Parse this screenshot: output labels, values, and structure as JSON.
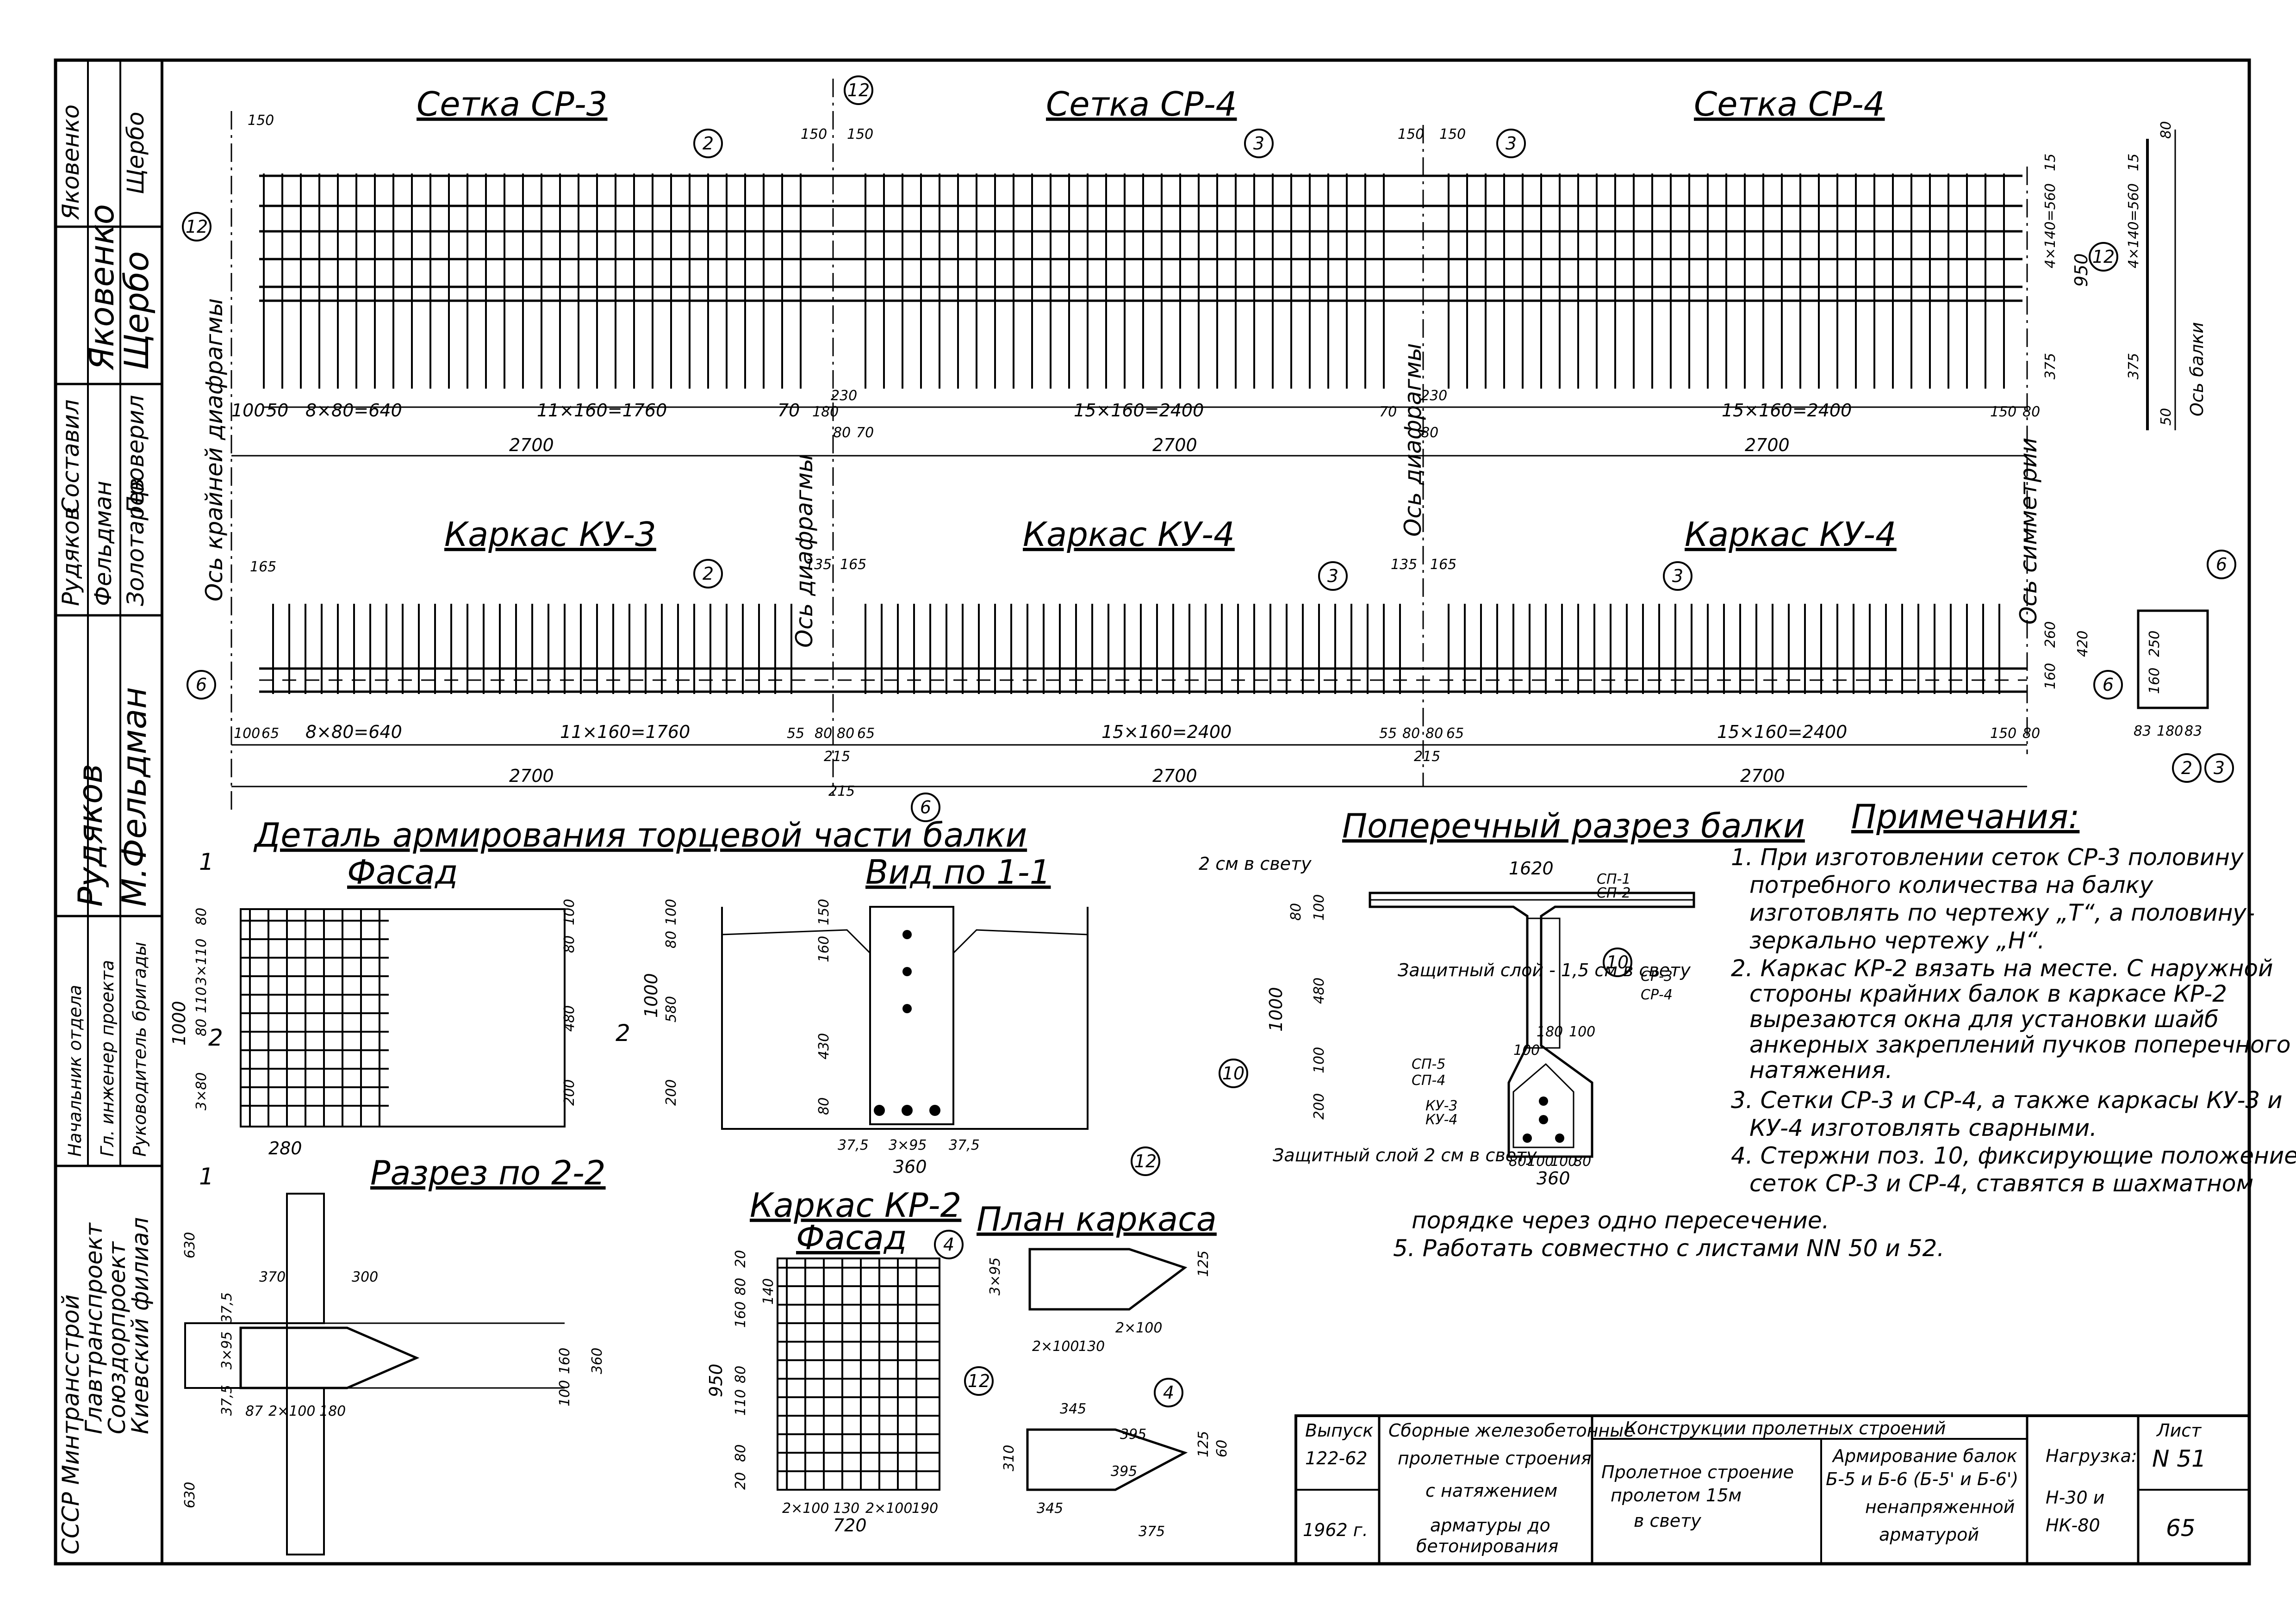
{
  "sidebar": {
    "rows": [
      {
        "role": "Начальник отдела",
        "name": "Рудяков",
        "signature": "Рудяков"
      },
      {
        "role": "Гл. инженер проекта",
        "name": "Фельдман",
        "signature": "М.Фельдман"
      },
      {
        "role": "Руководитель бригады",
        "name": "Золотарев",
        "signature": ""
      },
      {
        "role": "Составил",
        "name": "Яковенко",
        "signature": "Яковенко"
      },
      {
        "role": "Проверил",
        "name": "Щербо",
        "signature": "Щербо"
      }
    ],
    "org": [
      "СССР",
      "Минтрансстрой",
      "Главтранспроект",
      "Союздорпроект",
      "Киевский филиал"
    ]
  },
  "top": {
    "mesh_titles": [
      "Сетка СР-3",
      "Сетка СР-4",
      "Сетка СР-4"
    ],
    "frame_titles": [
      "Каркас КУ-3",
      "Каркас КУ-4",
      "Каркас КУ-4"
    ],
    "mesh_dims": [
      "100",
      "50",
      "8×80=640",
      "11×160=1760",
      "70",
      "180",
      "230",
      "80",
      "70",
      "15×160=2400",
      "70",
      "230",
      "80",
      "15×160=2400",
      "150",
      "80"
    ],
    "mesh_overall": [
      "2700",
      "2700",
      "2700"
    ],
    "mesh_top_dims": [
      "150",
      "150",
      "150",
      "150",
      "150"
    ],
    "mesh_right_dims": [
      "15",
      "4×140=560",
      "950",
      "375"
    ],
    "frame_dims": [
      "100",
      "65",
      "8×80=640",
      "11×160=1760",
      "55",
      "80",
      "80",
      "65",
      "15×160=2400",
      "55",
      "80",
      "80",
      "65",
      "15×160=2400",
      "150",
      "80"
    ],
    "frame_sub": [
      "215",
      "215",
      "215"
    ],
    "frame_overall": [
      "2700",
      "2700",
      "2700"
    ],
    "frame_top_dims": [
      "165",
      "135",
      "165",
      "135",
      "165"
    ],
    "frame_right_dims": [
      "260",
      "420",
      "160"
    ],
    "axis_labels": [
      "Ось крайней диафрагмы",
      "Ось диафрагмы",
      "Ось диафрагмы",
      "Ось симметрии",
      "Ось балки"
    ],
    "markers": [
      "12",
      "2",
      "3",
      "3",
      "12",
      "12",
      "6",
      "2",
      "3",
      "3",
      "6",
      "6",
      "6",
      "2",
      "3"
    ],
    "side_detail_dims": [
      "80",
      "15",
      "4×140=560",
      "375",
      "50",
      "250",
      "160",
      "83",
      "180",
      "83"
    ]
  },
  "detail": {
    "title": "Деталь армирования торцевой части балки",
    "facade": "Фасад",
    "view": "Вид по 1-1",
    "section22": "Разрез по 2-2",
    "kr2": "Каркас КР-2",
    "kr2_facade": "Фасад",
    "plan": "План каркаса",
    "facade_dims": [
      "80",
      "3×110",
      "110",
      "80",
      "3×80",
      "1000",
      "100",
      "80",
      "480",
      "200",
      "280"
    ],
    "view_dims": [
      "100",
      "80",
      "580",
      "200",
      "150",
      "160",
      "430",
      "80",
      "37,5",
      "3×95",
      "37,5",
      "360",
      "1000"
    ],
    "section_dims": [
      "630",
      "370",
      "300",
      "37,5",
      "3×95",
      "37,5",
      "87",
      "2×100",
      "180",
      "360",
      "160",
      "100",
      "630"
    ],
    "kr2_dims": [
      "20",
      "80",
      "140",
      "160",
      "80",
      "110",
      "80",
      "20",
      "950",
      "2×100",
      "130",
      "2×100",
      "190",
      "720"
    ],
    "plan_dims": [
      "3×95",
      "125",
      "2×100",
      "130",
      "2×100",
      "345",
      "395",
      "395",
      "310",
      "345",
      "375",
      "125",
      "60"
    ],
    "markers": [
      "4",
      "12",
      "12",
      "4",
      "10",
      "1",
      "1",
      "2",
      "2"
    ]
  },
  "cross": {
    "title": "Поперечный разрез балки",
    "labels": [
      "2 см в свету",
      "СП-1",
      "СП-2",
      "Защитный слой - 1,5 см в свету",
      "СР-3",
      "СР-4",
      "СП-5",
      "СП-4",
      "КУ-3",
      "КУ-4",
      "Защитный слой 2 см в свету"
    ],
    "dims": [
      "1620",
      "80",
      "100",
      "480",
      "1000",
      "100",
      "200",
      "100",
      "180",
      "100",
      "80",
      "100",
      "100",
      "80",
      "360"
    ],
    "marker": "10"
  },
  "notes": {
    "title": "Примечания:",
    "items": [
      "1. При изготовлении сеток СР-3 половину",
      "потребного количества на балку",
      "изготовлять по чертежу „Т“, а половину-",
      "зеркально чертежу „Н“.",
      "2. Каркас КР-2 вязать на месте. С наружной",
      "стороны крайних балок в каркасе КР-2",
      "вырезаются окна для установки шайб",
      "анкерных закреплений пучков поперечного",
      "натяжения.",
      "3. Сетки СР-3 и СР-4, а также каркасы КУ-3 и",
      "КУ-4 изготовлять сварными.",
      "4. Стержни поз. 10, фиксирующие положение",
      "сеток СР-3 и СР-4, ставятся в шахматном",
      "порядке через одно пересечение.",
      "5. Работать совместно с листами NN 50 и 52."
    ]
  },
  "title_block": {
    "vypusk_label": "Выпуск",
    "vypusk": "122-62",
    "year": "1962 г.",
    "series": [
      "Сборные железобетонные",
      "пролетные строения",
      "с натяжением",
      "арматуры до",
      "бетонирования"
    ],
    "header": "Конструкции пролетных строений",
    "structure": [
      "Пролетное строение",
      "пролетом 15м",
      "в свету"
    ],
    "subject": [
      "Армирование балок",
      "Б-5 и Б-6 (Б-5' и Б-6')",
      "ненапряженной",
      "арматурой"
    ],
    "load_label": "Нагрузка:",
    "load": [
      "Н-30 и",
      "НК-80"
    ],
    "sheet_label": "Лист",
    "sheet": "N 51",
    "page": "65"
  }
}
